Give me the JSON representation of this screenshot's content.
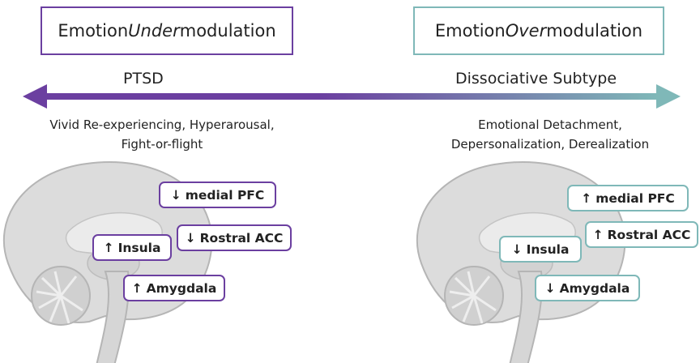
{
  "colors": {
    "under": "#6b3fa0",
    "over": "#7fb8b8",
    "brain_fill": "#dcdcdc",
    "brain_dark": "#c9c9c9",
    "brain_stroke": "#b5b5b5"
  },
  "left": {
    "title_prefix": "Emotion ",
    "title_emph": "Under",
    "title_suffix": "modulation",
    "label": "PTSD",
    "description": [
      "Vivid Re-experiencing, Hyperarousal,",
      "Fight-or-flight"
    ],
    "regions": {
      "medial_pfc": {
        "arrow": "↓",
        "label": "medial PFC"
      },
      "rostral_acc": {
        "arrow": "↓",
        "label": "Rostral ACC"
      },
      "insula": {
        "arrow": "↑",
        "label": "Insula"
      },
      "amygdala": {
        "arrow": "↑",
        "label": "Amygdala"
      }
    }
  },
  "right": {
    "title_prefix": "Emotion ",
    "title_emph": "Over",
    "title_suffix": "modulation",
    "label": "Dissociative Subtype",
    "description": [
      "Emotional Detachment,",
      "Depersonalization, Derealization"
    ],
    "regions": {
      "medial_pfc": {
        "arrow": "↑",
        "label": "medial PFC"
      },
      "rostral_acc": {
        "arrow": "↑",
        "label": "Rostral ACC"
      },
      "insula": {
        "arrow": "↓",
        "label": "Insula"
      },
      "amygdala": {
        "arrow": "↓",
        "label": "Amygdala"
      }
    }
  }
}
